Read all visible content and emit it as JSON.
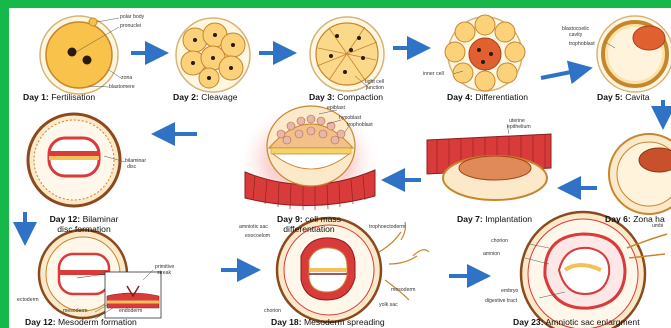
{
  "colors": {
    "frame": "#16b84a",
    "arrow": "#2f72c6",
    "cell_fill": "#fbe3a8",
    "cell_stroke": "#c7862d",
    "nucleus": "#2a1a0e",
    "inner_mass": "#c8512b",
    "red_tissue": "#d93a3a",
    "pink_glow": "#f6b8b8",
    "sac_fill": "#fbe9c9"
  },
  "stages": [
    {
      "day": "Day 1:",
      "name": "Fertilisation",
      "labels": [
        "polar body",
        "pronuclei",
        "zona",
        "blastomere"
      ]
    },
    {
      "day": "Day 2:",
      "name": "Cleavage"
    },
    {
      "day": "Day 3:",
      "name": "Compaction",
      "labels": [
        "tight cell",
        "junction"
      ]
    },
    {
      "day": "Day 4:",
      "name": "Differentiation",
      "labels": [
        "inner cell"
      ]
    },
    {
      "day": "Day 5:",
      "name": "Cavita",
      "labels": [
        "blastocoelic",
        "cavity",
        "trophoblast"
      ]
    },
    {
      "day": "Day 6:",
      "name": "Zona ha"
    },
    {
      "day": "Day 7:",
      "name": "Implantation",
      "labels": [
        "uterine",
        "epithelium"
      ]
    },
    {
      "day": "Day 9:",
      "name": "cell mass",
      "line2": "differentiation",
      "labels": [
        "epiblast",
        "hypoblast",
        "trophoblast"
      ]
    },
    {
      "day": "Day 12:",
      "name": "Bilaminar",
      "line2": "disc formation",
      "labels": [
        "bilaminar",
        "disc"
      ]
    },
    {
      "day": "Day 12:",
      "name": "Mesoderm formation",
      "labels": [
        "primitive",
        "streak",
        "ectoderm",
        "mesoderm",
        "endoderm"
      ]
    },
    {
      "day": "Day 18:",
      "name": "Mesoderm spreading",
      "labels": [
        "amniotic sac",
        "exocoelom",
        "trophoectoderm",
        "mesoderm",
        "yolk sac",
        "chorion"
      ]
    },
    {
      "day": "Day 23:",
      "name": "Amniotic sac enlargment",
      "labels": [
        "chorion",
        "amnion",
        "embryo",
        "digestive tract",
        "umbi"
      ]
    }
  ]
}
